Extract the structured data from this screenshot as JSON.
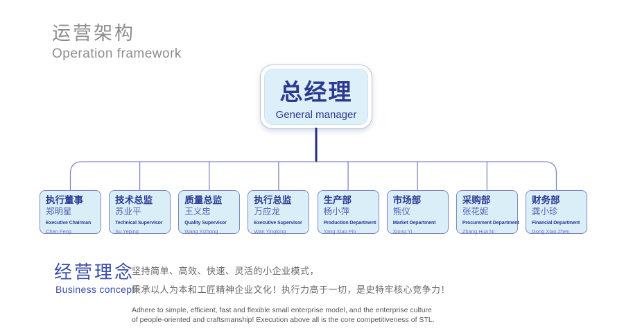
{
  "page": {
    "title_zh": "运营架构",
    "title_en": "Operation framework"
  },
  "org_chart": {
    "root": {
      "title_zh": "总经理",
      "title_en": "General manager"
    },
    "departments": [
      {
        "title_zh": "执行董事",
        "name_zh": "郑明星",
        "title_en": "Executive Chairman",
        "name_en": "Chen Feng"
      },
      {
        "title_zh": "技术总监",
        "name_zh": "苏业平",
        "title_en": "Technical Supervisor",
        "name_en": "Su Yeping"
      },
      {
        "title_zh": "质量总监",
        "name_zh": "王义忠",
        "title_en": "Quality Supervisor",
        "name_en": "Wang Yizhong"
      },
      {
        "title_zh": "执行总监",
        "name_zh": "万应龙",
        "title_en": "Executive Supervisor",
        "name_en": "Wan Yinglong"
      },
      {
        "title_zh": "生产部",
        "name_zh": "杨小萍",
        "title_en": "Production Department",
        "name_en": "Yang Xiao Pin"
      },
      {
        "title_zh": "市场部",
        "name_zh": "熊仪",
        "title_en": "Market Department",
        "name_en": "Xiong Yi"
      },
      {
        "title_zh": "采购部",
        "name_zh": "张花妮",
        "title_en": "Procurement Department",
        "name_en": "Zhang Hua Ni"
      },
      {
        "title_zh": "财务部",
        "name_zh": "龚小珍",
        "title_en": "Financial Department",
        "name_en": "Gong Xiao Zhen"
      }
    ]
  },
  "business_concept": {
    "heading_zh": "经营理念",
    "heading_en": "Business concept",
    "line1_zh": "坚持简单、高效、快速、灵活的小企业模式，",
    "line2_zh": "秉承以人为本和工匠精神企业文化！执行力高于一切，是史特牢核心竞争力！",
    "line1_en": "Adhere to simple, efficient, fast and flexible small enterprise model, and the enterprise culture",
    "line2_en": "of people-oriented and craftsmanship! Execution above all is the core competitiveness of STL."
  },
  "colors": {
    "heading_gray": "#8c8c8c",
    "dark_blue_text": "#2b3990",
    "name_blue": "#4d5cb0",
    "box_fill": "#daeef8",
    "box_border": "#7d85c1",
    "connector_purple": "#8289c4",
    "trunk_navy": "#272f83",
    "concept_blue": "#3a4fa8",
    "body_gray": "#666666"
  }
}
